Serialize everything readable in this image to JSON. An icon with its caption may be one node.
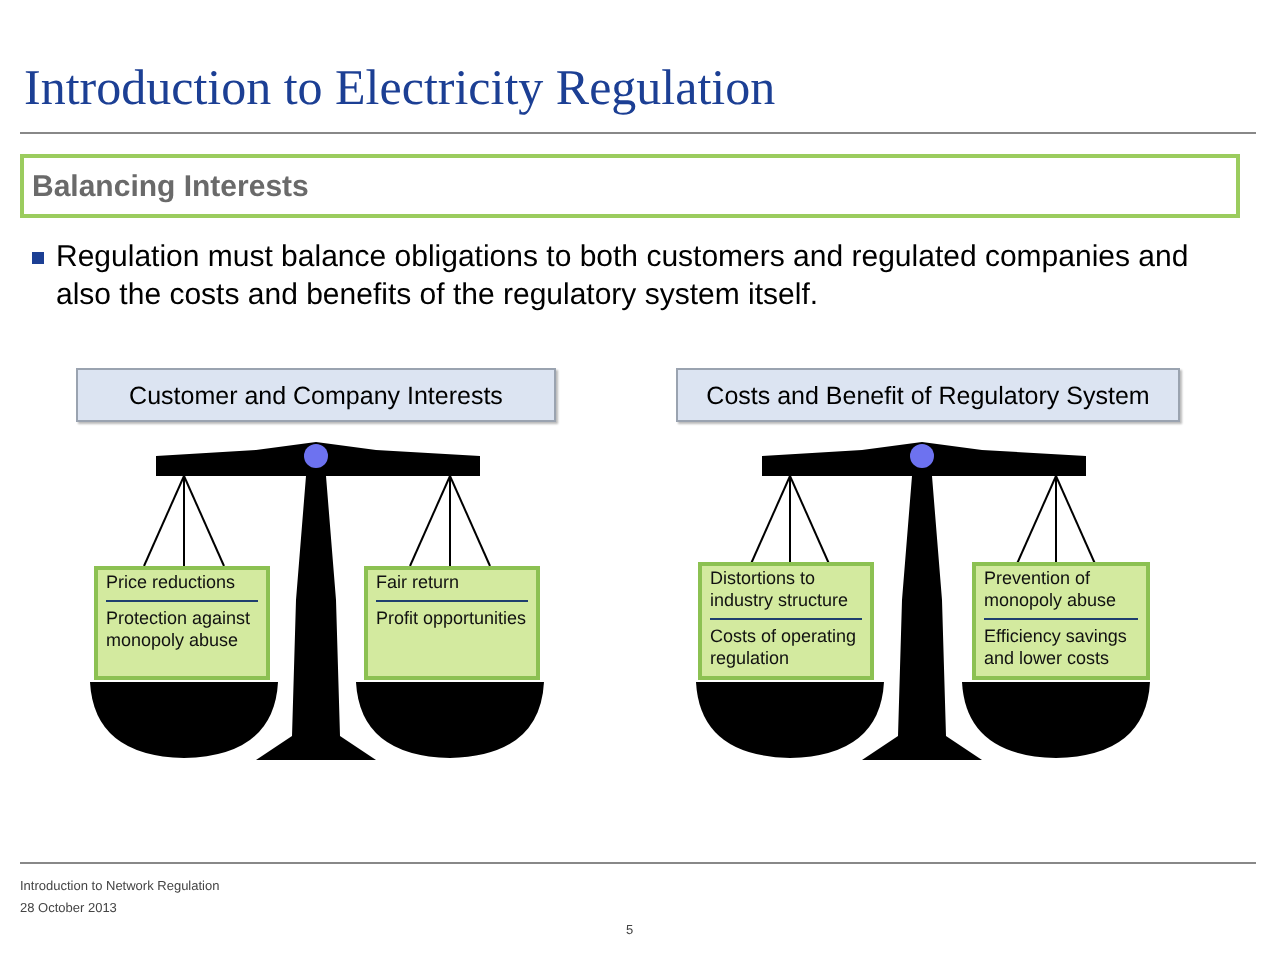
{
  "diagram": {
    "title": "Introduction to Electricity Regulation",
    "nodes": [
      {
        "text": [
          "Balancing Interests"
        ]
      },
      {
        "text": [
          "Customer and Company Interests"
        ]
      },
      {
        "text": [
          "Price reductions",
          "Protection against monopoly abuse"
        ]
      },
      {
        "text": [
          "Fair return",
          "Profit opportunities"
        ]
      },
      {
        "text": [
          "Costs and Benefit of Regulatory System"
        ]
      },
      {
        "text": [
          "Distortions to industry structure",
          "Costs of operating regulation"
        ]
      },
      {
        "text": [
          "Prevention of monopoly abuse",
          "Efficiency savings and lower costs"
        ]
      }
    ],
    "labels": [
      "Regulation must balance obligations to both customers and regulated companies and also the costs and benefits of the regulatory system itself.",
      "Introduction to Network Regulation",
      "28 October 2013",
      "5"
    ]
  }
}
